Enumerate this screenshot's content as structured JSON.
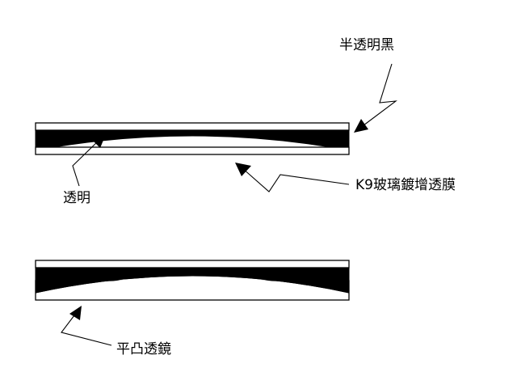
{
  "labels": {
    "semi_transparent_black": "半透明黑",
    "transparent": "透明",
    "k9_glass": "K9玻璃鍍增透膜",
    "plano_convex_lens": "平凸透鏡"
  },
  "colors": {
    "ink": "#000000",
    "glass": "#ffffff"
  }
}
